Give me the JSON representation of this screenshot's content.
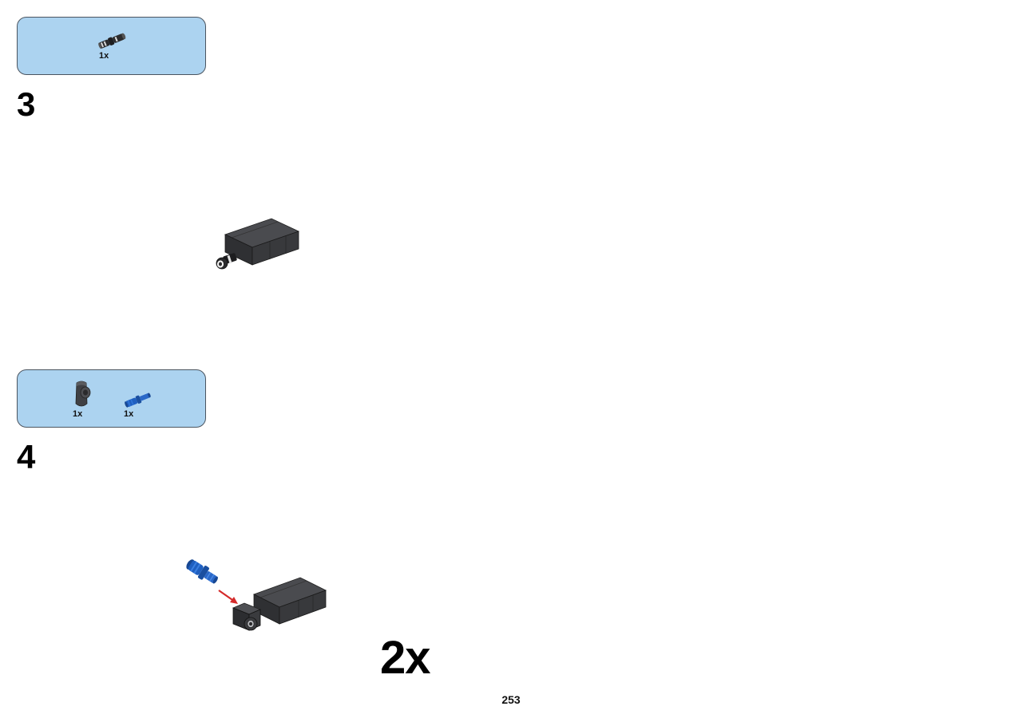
{
  "page": {
    "page_number": "253",
    "multiplier": "2x"
  },
  "steps": [
    {
      "number": "3",
      "parts": [
        {
          "name": "black-technic-pin-with-bush",
          "quantity": "1x"
        }
      ]
    },
    {
      "number": "4",
      "parts": [
        {
          "name": "dark-gray-axle-pin-connector",
          "quantity": "1x"
        },
        {
          "name": "blue-technic-axle-pin",
          "quantity": "1x"
        }
      ]
    }
  ],
  "colors": {
    "parts_box_background": "#acd3f0",
    "part_dark_gray": "#3f4044",
    "part_blue": "#1f5fc0",
    "arrow_red": "#d42a2a"
  }
}
